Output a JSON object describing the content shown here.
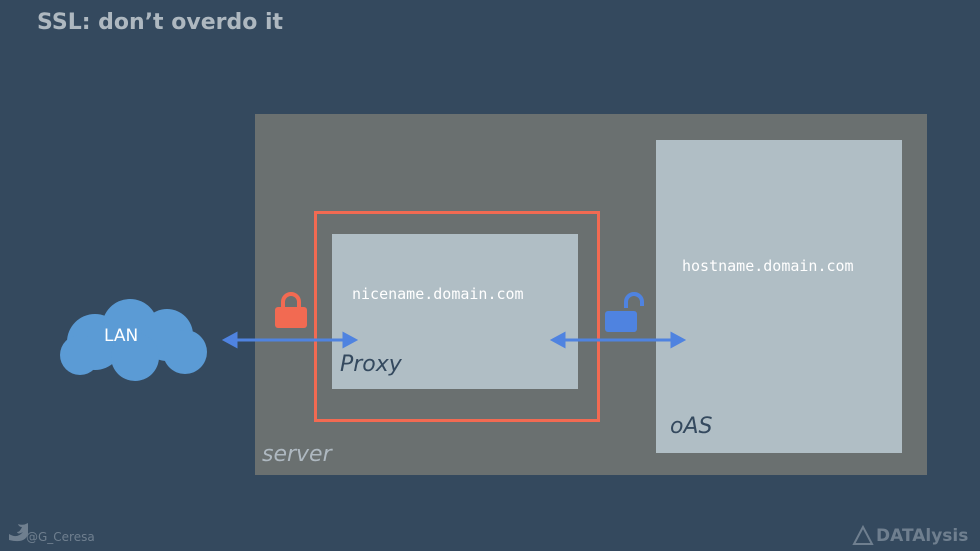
{
  "title": "SSL: don’t overdo it",
  "server_label": "server",
  "proxy": {
    "hostname": "nicename.domain.com",
    "label": "Proxy"
  },
  "oas": {
    "hostname": "hostname.domain.com",
    "label": "oAS"
  },
  "lan_label": "LAN",
  "footer": {
    "twitter": "@G_Ceresa",
    "brand": "DATAlysis"
  },
  "colors": {
    "locked": "#f26a52",
    "unlocked": "#4f83e0"
  }
}
